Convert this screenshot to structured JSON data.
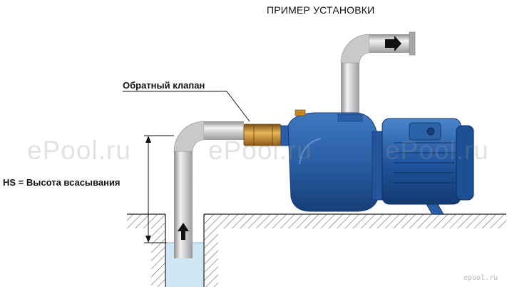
{
  "title": "ПРИМЕР УСТАНОВКИ",
  "labels": {
    "check_valve": "Обратный клапан",
    "suction_height": "HS = Высота всасывания"
  },
  "watermarks": [
    "ePool.ru",
    "ePool.ru",
    "ePool.ru"
  ],
  "corner_watermark": "epool.ru",
  "colors": {
    "pump_blue": "#2c63a8",
    "motor_blue": "#1f58a0",
    "pipe_grey": "#bdbdbd",
    "valve_brass": "#c48a2a",
    "water": "#cfe7f5",
    "ground_hatch": "#555555"
  }
}
